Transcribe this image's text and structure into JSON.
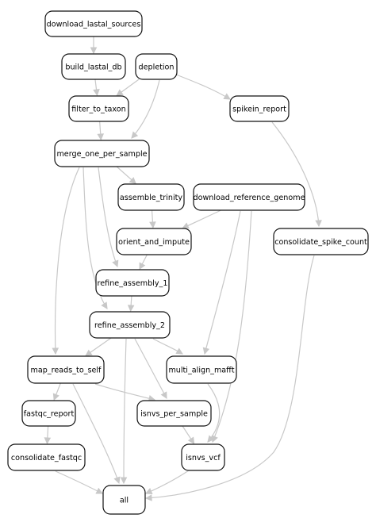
{
  "colors": {
    "node_border": "#111111",
    "node_fill": "#ffffff",
    "edge": "#c8c8c8",
    "background": "#ffffff"
  },
  "nodes": [
    {
      "id": "download_lastal_sources",
      "label": "download_lastal_sources"
    },
    {
      "id": "build_lastal_db",
      "label": "build_lastal_db"
    },
    {
      "id": "depletion",
      "label": "depletion"
    },
    {
      "id": "filter_to_taxon",
      "label": "filter_to_taxon"
    },
    {
      "id": "spikein_report",
      "label": "spikein_report"
    },
    {
      "id": "merge_one_per_sample",
      "label": "merge_one_per_sample"
    },
    {
      "id": "assemble_trinity",
      "label": "assemble_trinity"
    },
    {
      "id": "download_reference_genome",
      "label": "download_reference_genome"
    },
    {
      "id": "orient_and_impute",
      "label": "orient_and_impute"
    },
    {
      "id": "consolidate_spike_count",
      "label": "consolidate_spike_count"
    },
    {
      "id": "refine_assembly_1",
      "label": "refine_assembly_1"
    },
    {
      "id": "refine_assembly_2",
      "label": "refine_assembly_2"
    },
    {
      "id": "map_reads_to_self",
      "label": "map_reads_to_self"
    },
    {
      "id": "multi_align_mafft",
      "label": "multi_align_mafft"
    },
    {
      "id": "fastqc_report",
      "label": "fastqc_report"
    },
    {
      "id": "isnvs_per_sample",
      "label": "isnvs_per_sample"
    },
    {
      "id": "consolidate_fastqc",
      "label": "consolidate_fastqc"
    },
    {
      "id": "isnvs_vcf",
      "label": "isnvs_vcf"
    },
    {
      "id": "all",
      "label": "all"
    }
  ],
  "edges": [
    {
      "from": "download_lastal_sources",
      "to": "build_lastal_db"
    },
    {
      "from": "build_lastal_db",
      "to": "filter_to_taxon"
    },
    {
      "from": "depletion",
      "to": "filter_to_taxon"
    },
    {
      "from": "depletion",
      "to": "spikein_report"
    },
    {
      "from": "depletion",
      "to": "merge_one_per_sample"
    },
    {
      "from": "filter_to_taxon",
      "to": "merge_one_per_sample"
    },
    {
      "from": "spikein_report",
      "to": "consolidate_spike_count"
    },
    {
      "from": "merge_one_per_sample",
      "to": "assemble_trinity"
    },
    {
      "from": "merge_one_per_sample",
      "to": "refine_assembly_1"
    },
    {
      "from": "merge_one_per_sample",
      "to": "refine_assembly_2"
    },
    {
      "from": "merge_one_per_sample",
      "to": "map_reads_to_self"
    },
    {
      "from": "assemble_trinity",
      "to": "orient_and_impute"
    },
    {
      "from": "download_reference_genome",
      "to": "orient_and_impute"
    },
    {
      "from": "download_reference_genome",
      "to": "multi_align_mafft"
    },
    {
      "from": "download_reference_genome",
      "to": "isnvs_vcf"
    },
    {
      "from": "orient_and_impute",
      "to": "refine_assembly_1"
    },
    {
      "from": "refine_assembly_1",
      "to": "refine_assembly_2"
    },
    {
      "from": "refine_assembly_2",
      "to": "map_reads_to_self"
    },
    {
      "from": "refine_assembly_2",
      "to": "multi_align_mafft"
    },
    {
      "from": "refine_assembly_2",
      "to": "isnvs_per_sample"
    },
    {
      "from": "refine_assembly_2",
      "to": "all"
    },
    {
      "from": "map_reads_to_self",
      "to": "fastqc_report"
    },
    {
      "from": "map_reads_to_self",
      "to": "isnvs_per_sample"
    },
    {
      "from": "map_reads_to_self",
      "to": "all"
    },
    {
      "from": "multi_align_mafft",
      "to": "isnvs_vcf"
    },
    {
      "from": "fastqc_report",
      "to": "consolidate_fastqc"
    },
    {
      "from": "isnvs_per_sample",
      "to": "isnvs_vcf"
    },
    {
      "from": "consolidate_fastqc",
      "to": "all"
    },
    {
      "from": "isnvs_vcf",
      "to": "all"
    },
    {
      "from": "consolidate_spike_count",
      "to": "all"
    }
  ]
}
